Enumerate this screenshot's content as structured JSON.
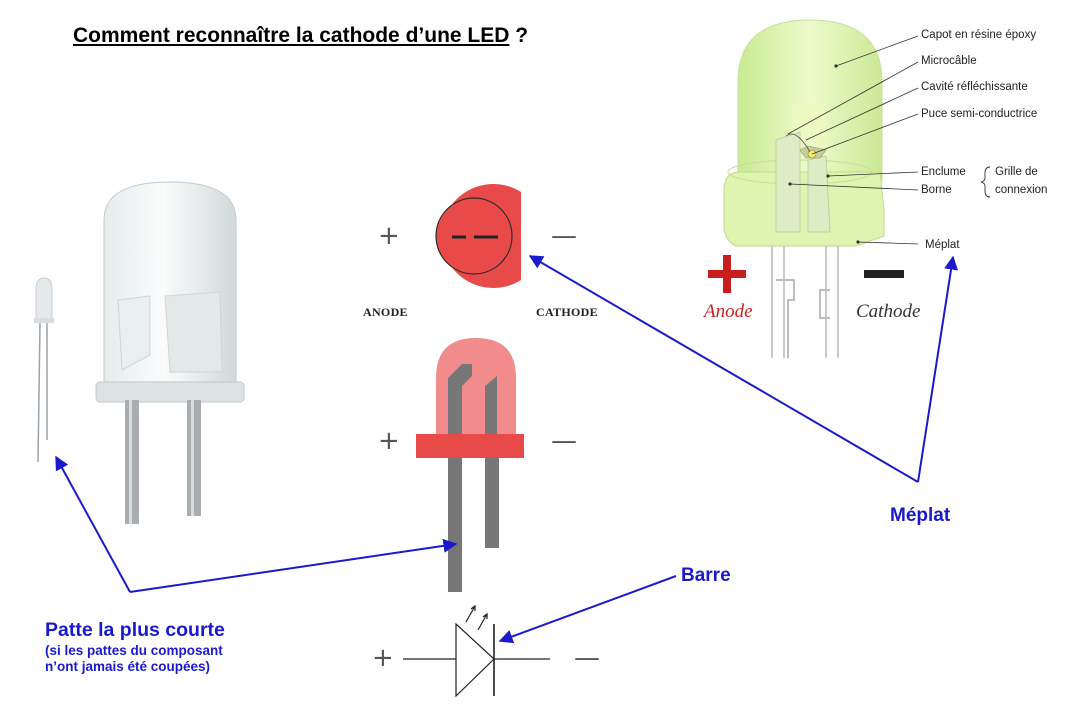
{
  "title": {
    "main": "Comment reconnaître la cathode d’une LED",
    "suffix": " ?"
  },
  "polarity": {
    "plus": "+",
    "minus": "—"
  },
  "top_symbol": {
    "anode": "ANODE",
    "cathode": "CATHODE"
  },
  "photo_diagram": {
    "capot": "Capot en résine époxy",
    "microcable": "Microcâble",
    "cavite": "Cavité réfléchissante",
    "puce": "Puce semi-conductrice",
    "enclume": "Enclume",
    "borne": "Borne",
    "grille_line1": "Grille de",
    "grille_line2": "connexion",
    "meplat": "Méplat",
    "anode": "Anode",
    "cathode": "Cathode"
  },
  "callouts": {
    "meplat": "Méplat",
    "barre": "Barre",
    "patte": "Patte la plus courte",
    "patte_note1": "(si les pattes du composant",
    "patte_note2": "n’ont jamais été coupées)"
  },
  "colors": {
    "callout_blue": "#1a1acc",
    "led_red": "#e84a4a",
    "led_pink": "#f28c8c",
    "lead_gray": "#777777",
    "epoxy_green": "#d9f2a6",
    "anode_red": "#c81e1e"
  }
}
